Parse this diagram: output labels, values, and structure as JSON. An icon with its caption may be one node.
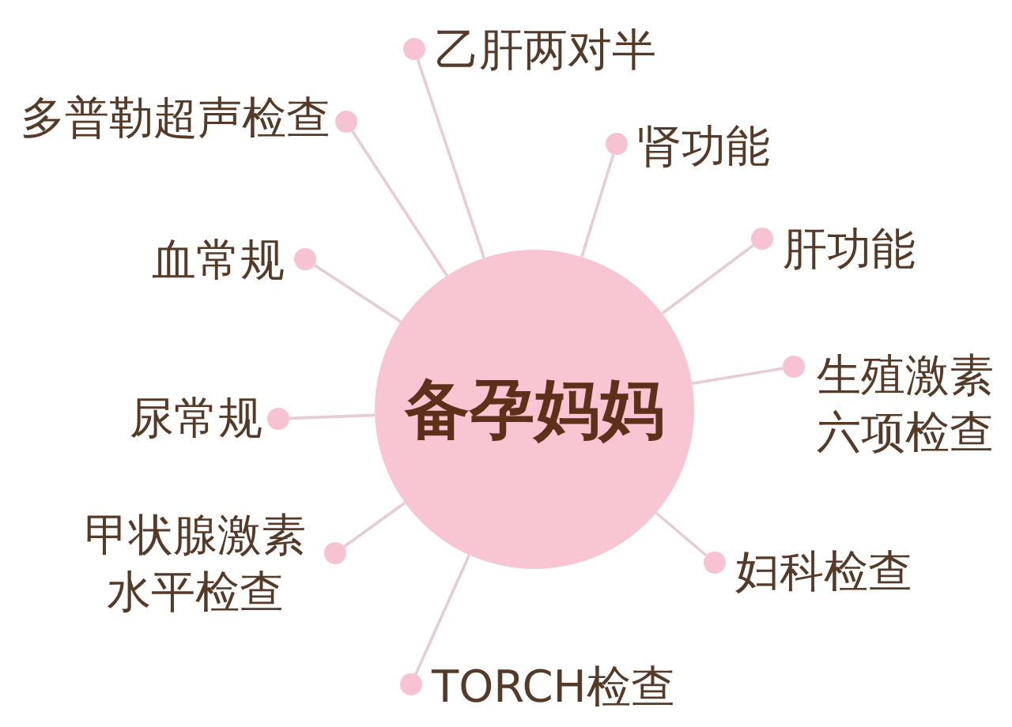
{
  "diagram": {
    "nodes": [
      {
        "text": [
          "备孕妈妈"
        ]
      },
      {
        "text": [
          "乙肝两对半"
        ]
      },
      {
        "text": [
          "多普勒超声检查"
        ]
      },
      {
        "text": [
          "肾功能"
        ]
      },
      {
        "text": [
          "肝功能"
        ]
      },
      {
        "text": [
          "血常规"
        ]
      },
      {
        "text": [
          "生殖激素六项检查"
        ]
      },
      {
        "text": [
          "尿常规"
        ]
      },
      {
        "text": [
          "甲状腺激素水平检查"
        ]
      },
      {
        "text": [
          "妇科检查"
        ]
      },
      {
        "text": [
          "TORCH检查"
        ]
      }
    ],
    "edges": [
      {
        "from": 0,
        "to": 1,
        "arrow": "none"
      },
      {
        "from": 0,
        "to": 2,
        "arrow": "none"
      },
      {
        "from": 0,
        "to": 3,
        "arrow": "none"
      },
      {
        "from": 0,
        "to": 4,
        "arrow": "none"
      },
      {
        "from": 0,
        "to": 5,
        "arrow": "none"
      },
      {
        "from": 0,
        "to": 6,
        "arrow": "none"
      },
      {
        "from": 0,
        "to": 7,
        "arrow": "none"
      },
      {
        "from": 0,
        "to": 8,
        "arrow": "none"
      },
      {
        "from": 0,
        "to": 9,
        "arrow": "none"
      },
      {
        "from": 0,
        "to": 10,
        "arrow": "none"
      }
    ]
  }
}
